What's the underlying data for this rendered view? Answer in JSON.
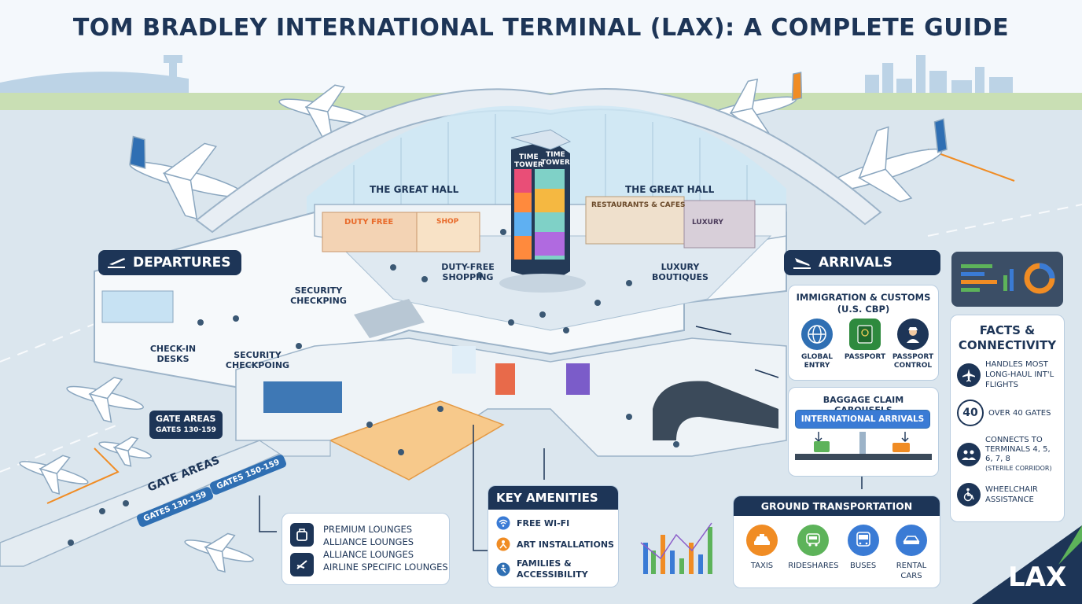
{
  "title": "TOM BRADLEY INTERNATIONAL TERMINAL (LAX): A COMPLETE GUIDE",
  "great_hall": {
    "left_label": "THE GREAT HALL",
    "right_label": "THE GREAT HALL"
  },
  "time_tower": {
    "label_1": "TIME",
    "label_2": "TOWER",
    "label_3": "TIME",
    "label_4": "TOWER"
  },
  "shops": {
    "duty_free_sign": "DUTY FREE",
    "shop_sign": "SHOP",
    "restaurants_sign": "RESTAURANTS & CAFES",
    "luxury_sign": "LUXURY"
  },
  "zones": {
    "duty_free_shopping": "DUTY-FREE SHOPPING",
    "luxury_boutiques": "LUXURY BOUTIQUES",
    "security_checkpoint_upper": "SECURITY CHECKPING",
    "security_checkpoint_lower": "SECURITY CHECKPOING",
    "check_in_desks": "CHECK-IN DESKS"
  },
  "departures": {
    "label": "DEPARTURES",
    "icon": "plane-takeoff-icon"
  },
  "arrivals": {
    "label": "ARRIVALS",
    "icon": "plane-landing-icon"
  },
  "gate_areas": {
    "tag_title": "GATE AREAS",
    "tag_sub": "GATES 130-159",
    "walkway_label": "GATE AREAS",
    "walkway_sign_1": "GATES 130-159",
    "walkway_sign_2": "GATES 150-159"
  },
  "lounges": {
    "items": [
      "PREMIUM LOUNGES",
      "ALLIANCE LOUNGES",
      "ALLIANCE LOUNGES",
      "AIRLINE SPECIFIC LOUNGES"
    ]
  },
  "amenities": {
    "title": "KEY AMENITIES",
    "items": [
      {
        "label": "FREE WI-FI",
        "icon": "wifi-icon"
      },
      {
        "label": "ART INSTALLATIONS",
        "icon": "art-icon"
      },
      {
        "label": "FAMILIES & ACCESSIBILITY",
        "icon": "accessibility-icon"
      }
    ]
  },
  "immigration": {
    "title": "IMMIGRATION & CUSTOMS (U.S. CBP)",
    "items": [
      {
        "label": "GLOBAL ENTRY",
        "icon": "globe-icon"
      },
      {
        "label": "PASSPORT",
        "icon": "passport-icon"
      },
      {
        "label": "PASSPORT CONTROL",
        "icon": "officer-icon"
      }
    ]
  },
  "baggage": {
    "title": "BAGGAGE CLAIM CAROUSELS",
    "sub": "INTERNATIONAL ARRIVALS"
  },
  "ground": {
    "title": "GROUND TRANSPORTATION",
    "items": [
      {
        "label": "TAXIS",
        "icon": "taxi-icon",
        "color": "#f08c24"
      },
      {
        "label": "RIDESHARES",
        "icon": "rideshare-icon",
        "color": "#5db35a"
      },
      {
        "label": "BUSES",
        "icon": "bus-icon",
        "color": "#3a7bd5"
      },
      {
        "label": "RENTAL CARS",
        "icon": "car-icon",
        "color": "#3a7bd5"
      }
    ]
  },
  "facts": {
    "title": "FACTS & CONNECTIVITY",
    "items": [
      {
        "badge": "",
        "label": "HANDLES MOST LONG-HAUL INT'L FLIGHTS",
        "icon": "plane-icon"
      },
      {
        "badge": "40",
        "label": "OVER 40 GATES",
        "icon": ""
      },
      {
        "badge": "",
        "label": "CONNECTS TO TERMINALS 4, 5, 6, 7, 8",
        "sub": "(STERILE CORRIDOR)",
        "icon": "people-icon"
      },
      {
        "badge": "",
        "label": "WHEELCHAIR ASSISTANCE",
        "icon": "wheelchair-icon"
      }
    ]
  },
  "logo": "LAX",
  "colors": {
    "navy": "#1d3557",
    "accent_blue": "#3a7bd5",
    "orange": "#f08c24",
    "green": "#5db35a",
    "glass": "#bfe0f2"
  }
}
